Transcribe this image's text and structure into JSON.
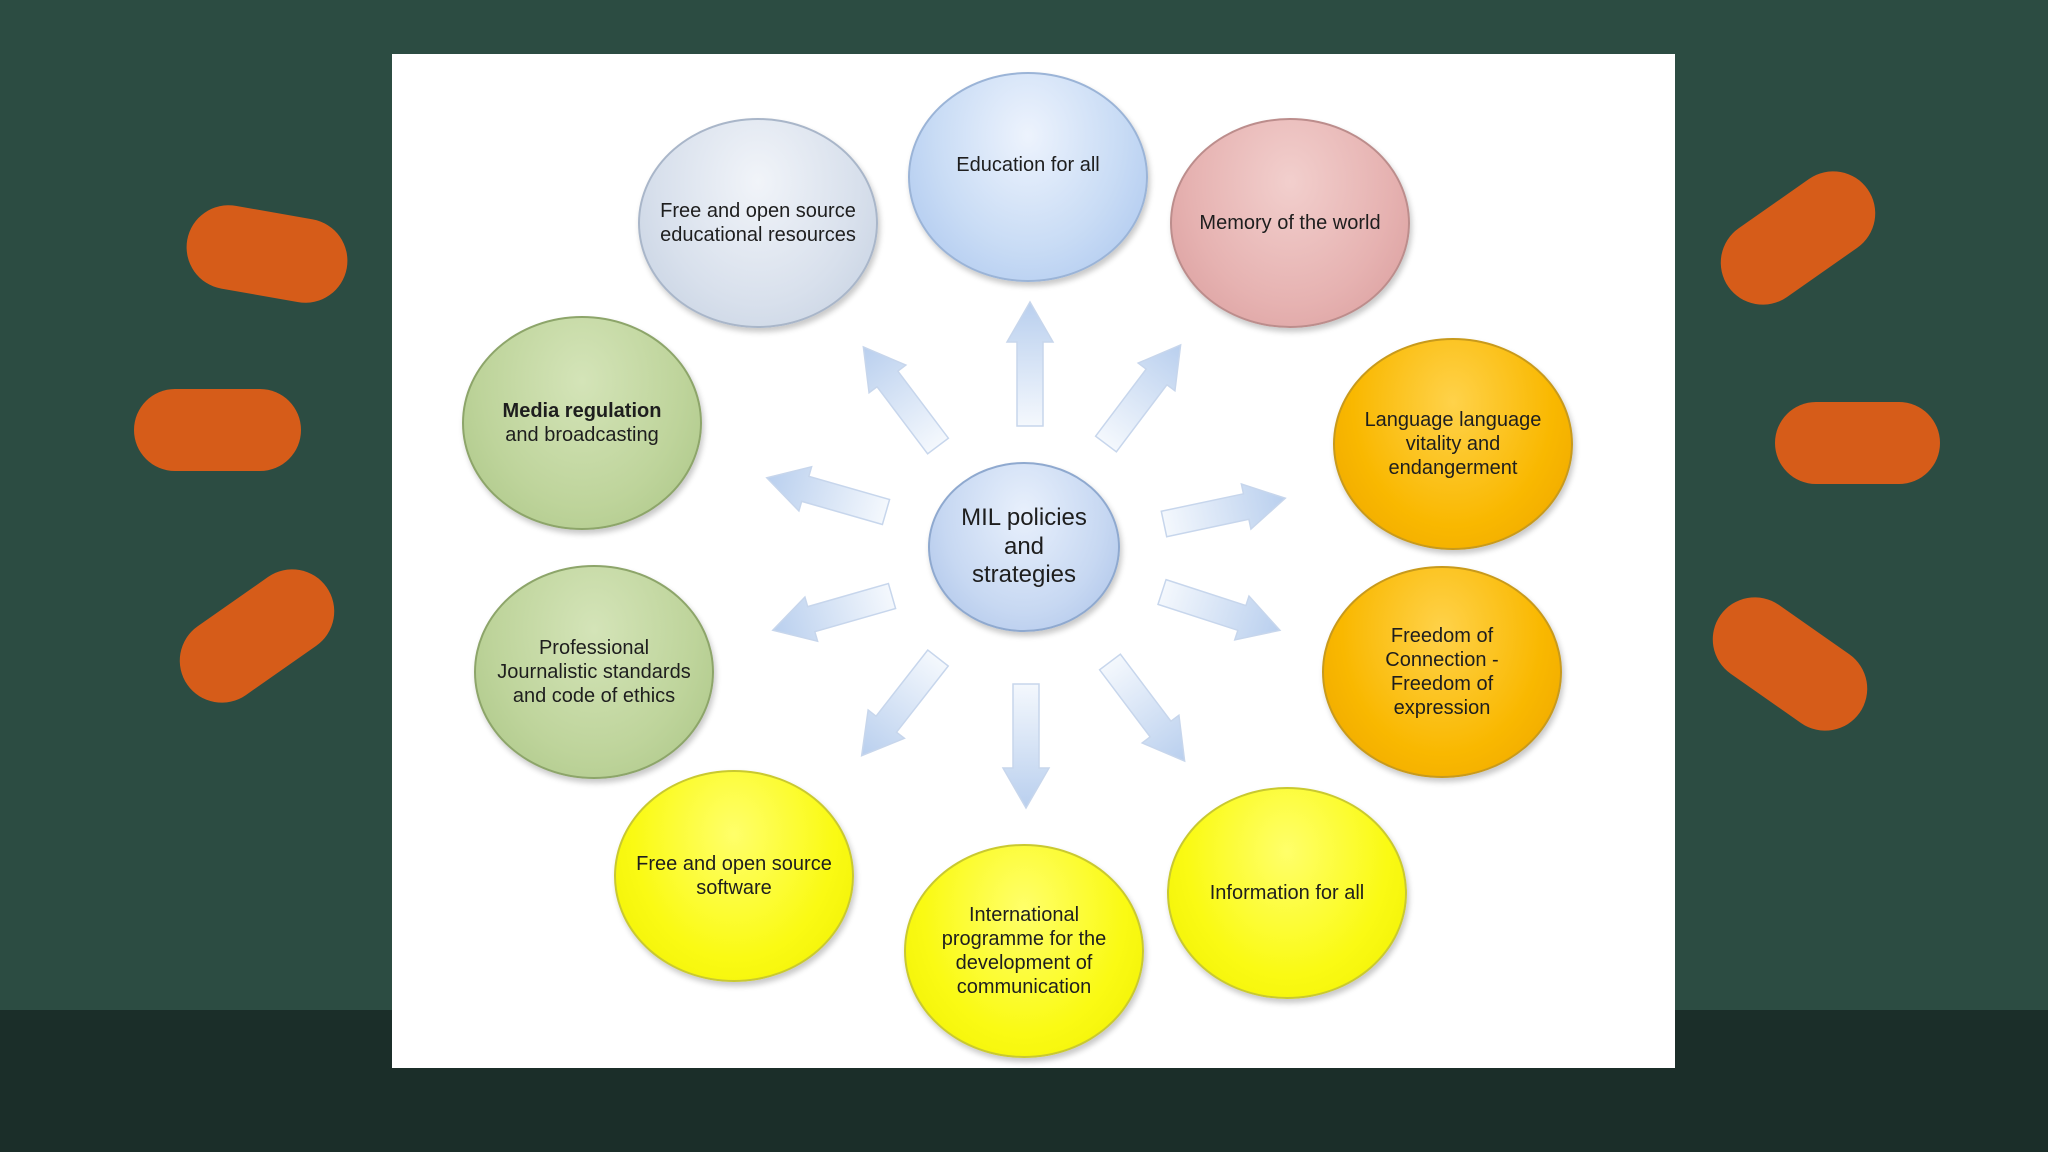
{
  "diagram": {
    "center": {
      "label": "MIL policies and strategies"
    },
    "nodes": [
      {
        "id": "free-open-educational-resources",
        "label": "Free and open source educational resources",
        "color": "#d8e0ec"
      },
      {
        "id": "education-for-all",
        "label": "Education for all",
        "color": "#c9dcf5"
      },
      {
        "id": "memory-of-the-world",
        "label": "Memory of the world",
        "color": "#e6b2b1"
      },
      {
        "id": "language-vitality",
        "label": "Language language vitality and endangerment",
        "color": "#f9b800"
      },
      {
        "id": "freedom-of-connection",
        "label": "Freedom of Connection - Freedom of expression",
        "color": "#f9b800"
      },
      {
        "id": "information-for-all",
        "label": "Information for all",
        "color": "#fafa14"
      },
      {
        "id": "international-programme",
        "label": "International programme for the development of communication",
        "color": "#fafa14"
      },
      {
        "id": "free-open-software",
        "label": "Free and open source software",
        "color": "#fafa14"
      },
      {
        "id": "professional-journalistic-standards",
        "label": "Professional Journalistic standards and code of ethics",
        "color": "#bed49b"
      },
      {
        "id": "media-regulation",
        "label_bold": "Media regulation",
        "label_rest": " and broadcasting",
        "color": "#bed49b"
      }
    ]
  },
  "decoration": {
    "accent_color": "#d65c19",
    "background_color": "#2c4c42",
    "card_color": "#ffffff"
  }
}
